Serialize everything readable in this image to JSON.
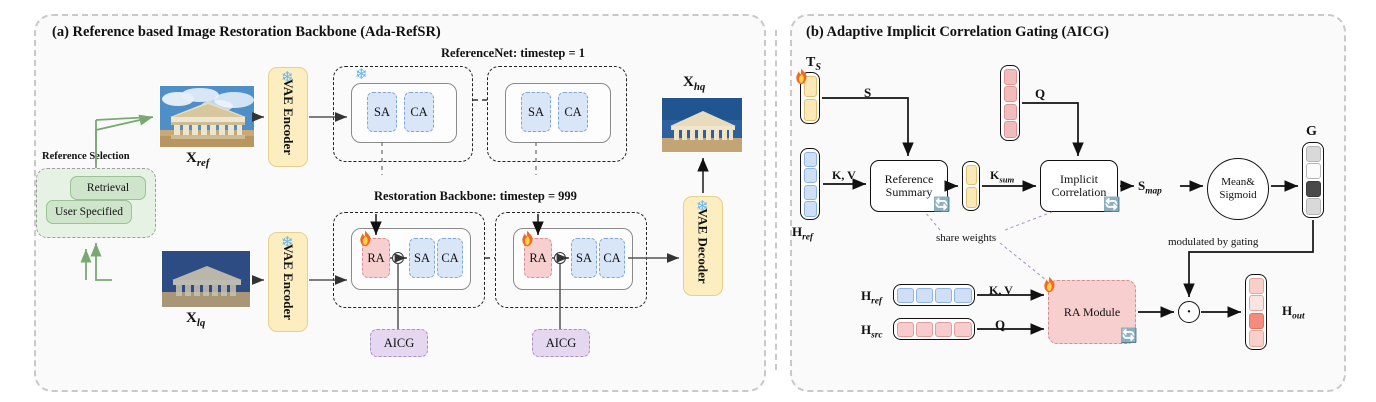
{
  "figure": {
    "panel_a_title": "(a) Reference based Image Restoration Backbone (Ada-RefSR)",
    "panel_b_title": "(b) Adaptive Implicit Correlation Gating (AICG)"
  },
  "panel_a": {
    "reference_selection": {
      "title": "Reference Selection",
      "options": [
        "Retrieval",
        "User Specified"
      ]
    },
    "images": {
      "ref_label": "X",
      "ref_sub": "ref",
      "lq_label": "X",
      "lq_sub": "lq",
      "hq_label": "X",
      "hq_sub": "hq"
    },
    "vae_encoder_top": {
      "line1": "VAE",
      "line2": "Encoder"
    },
    "vae_encoder_bottom": {
      "line1": "VAE",
      "line2": "Encoder"
    },
    "vae_decoder": {
      "line1": "VAE",
      "line2": "Decoder"
    },
    "referencenet_label": "ReferenceNet: timestep = 1",
    "backbone_label": "Restoration Backbone: timestep = 999",
    "refnet_blocks": [
      {
        "sa": "SA",
        "ca": "CA"
      },
      {
        "sa": "SA",
        "ca": "CA"
      }
    ],
    "backbone_blocks": [
      {
        "ra": "RA",
        "sa": "SA",
        "ca": "CA",
        "aicg": "AICG"
      },
      {
        "ra": "RA",
        "sa": "SA",
        "ca": "CA",
        "aicg": "AICG"
      }
    ],
    "icons": {
      "frozen": "snowflake-icon",
      "trainable": "flame-icon"
    }
  },
  "panel_b": {
    "ts_label": "T",
    "ts_sub": "S",
    "href_label": "H",
    "href_sub": "ref",
    "hsrc_label": "H",
    "hsrc_sub": "src",
    "hout_label": "H",
    "hout_sub": "out",
    "g_label": "G",
    "s_label": "S",
    "q_label": "Q",
    "kv_label": "K, V",
    "ksum_label": "K",
    "ksum_sub": "sum",
    "smap_label": "S",
    "smap_sub": "map",
    "q_label2": "Q",
    "kv_label2": "K, V",
    "reference_summary": {
      "line1": "Reference",
      "line2": "Summary"
    },
    "implicit_correlation": {
      "line1": "Implicit",
      "line2": "Correlation"
    },
    "mean_sigmoid": {
      "line1": "Mean&",
      "line2": "Sigmoid"
    },
    "ra_module": "RA Module",
    "share_weights": "share weights",
    "modulated_by_gating": "modulated by gating",
    "product_op": "·",
    "vectors": {
      "ts_cells": [
        "#fbe9b8",
        "#fbe9b8"
      ],
      "href_cells": [
        "#cfe0f6",
        "#cfe0f6",
        "#cfe0f6",
        "#cfe0f6"
      ],
      "hsrc_v_cells": [
        "#f3bcbc",
        "#f3bcbc",
        "#f3bcbc",
        "#f3bcbc"
      ],
      "ksum_cells": [
        "#fbe9b8",
        "#fbe9b8"
      ],
      "g_cells": [
        "#d9d9d9",
        "#fbfbfb",
        "#4a4a4a",
        "#d9d9d9"
      ],
      "href_h_cells": [
        "#cfe0f6",
        "#cfe0f6",
        "#cfe0f6",
        "#cfe0f6"
      ],
      "hsrc_h_cells": [
        "#f7cccc",
        "#f7cccc",
        "#f7cccc",
        "#f7cccc"
      ],
      "hout_cells": [
        "#f9cfc9",
        "#fce4e0",
        "#f58b7c",
        "#f9cfc9"
      ]
    }
  },
  "colors": {
    "vae_fill": "#fdeec2",
    "attention_fill": "#d9e6f8",
    "ra_fill": "#f7cfcf",
    "aicg_fill": "#e4d7ef",
    "reference_selection_fill": "#e6f2e4",
    "frozen_icon": "#62b4ee",
    "recycle_icon": "#2f86df"
  }
}
